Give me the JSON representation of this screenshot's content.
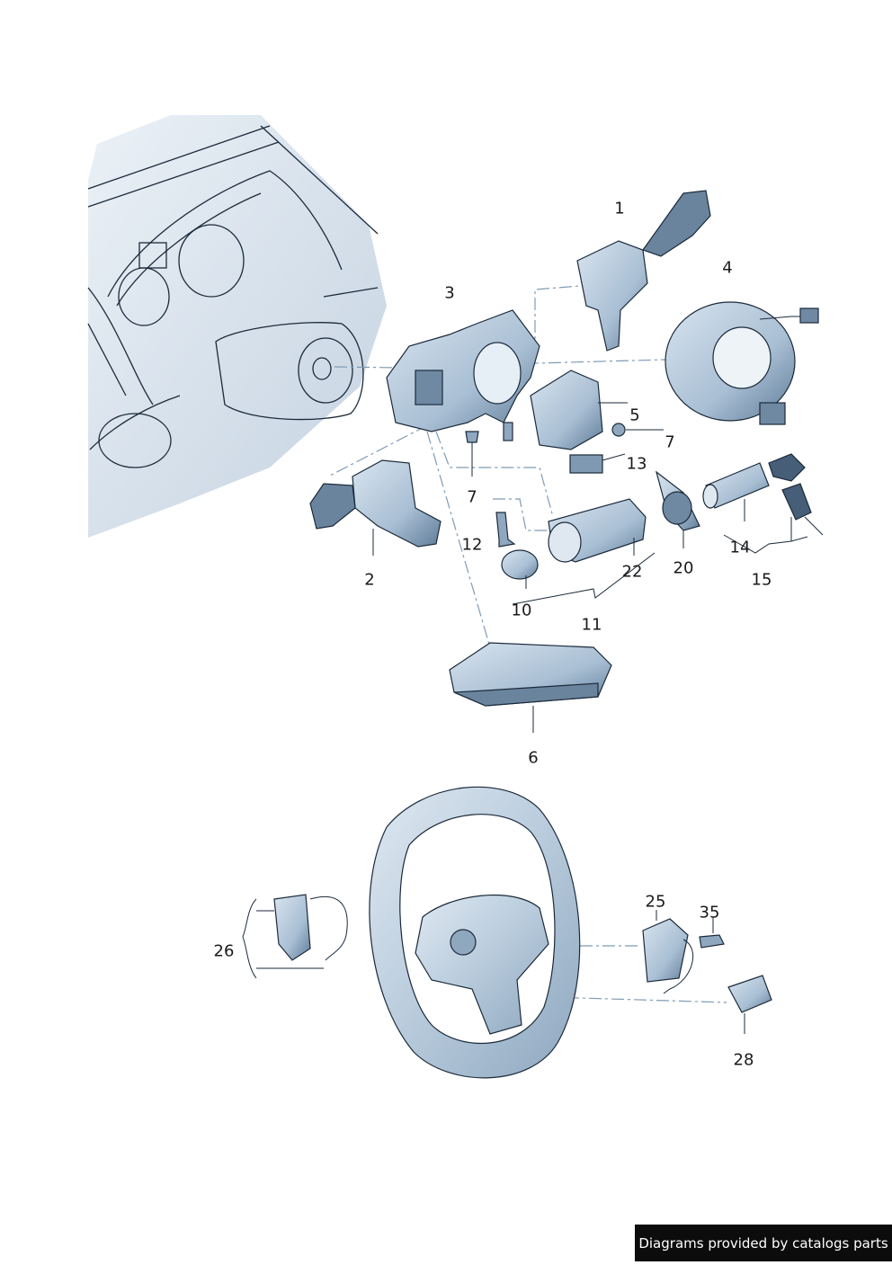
{
  "footer": {
    "credit": "Diagrams provided by catalogs parts"
  },
  "colors": {
    "part_fill": "#c9d8e6",
    "part_shade": "#8fa8c0",
    "part_dark": "#3e5670",
    "dash_lines": "#7f9bb4",
    "background_dash": "#dbe6ef"
  },
  "callouts": [
    {
      "id": "1",
      "label": "1"
    },
    {
      "id": "2",
      "label": "2"
    },
    {
      "id": "3",
      "label": "3"
    },
    {
      "id": "4",
      "label": "4"
    },
    {
      "id": "5",
      "label": "5"
    },
    {
      "id": "6",
      "label": "6"
    },
    {
      "id": "7a",
      "label": "7"
    },
    {
      "id": "7b",
      "label": "7"
    },
    {
      "id": "10",
      "label": "10"
    },
    {
      "id": "11",
      "label": "11"
    },
    {
      "id": "12",
      "label": "12"
    },
    {
      "id": "13",
      "label": "13"
    },
    {
      "id": "14",
      "label": "14"
    },
    {
      "id": "15",
      "label": "15"
    },
    {
      "id": "20",
      "label": "20"
    },
    {
      "id": "22",
      "label": "22"
    },
    {
      "id": "25",
      "label": "25"
    },
    {
      "id": "26",
      "label": "26"
    },
    {
      "id": "28",
      "label": "28"
    },
    {
      "id": "35",
      "label": "35"
    }
  ]
}
